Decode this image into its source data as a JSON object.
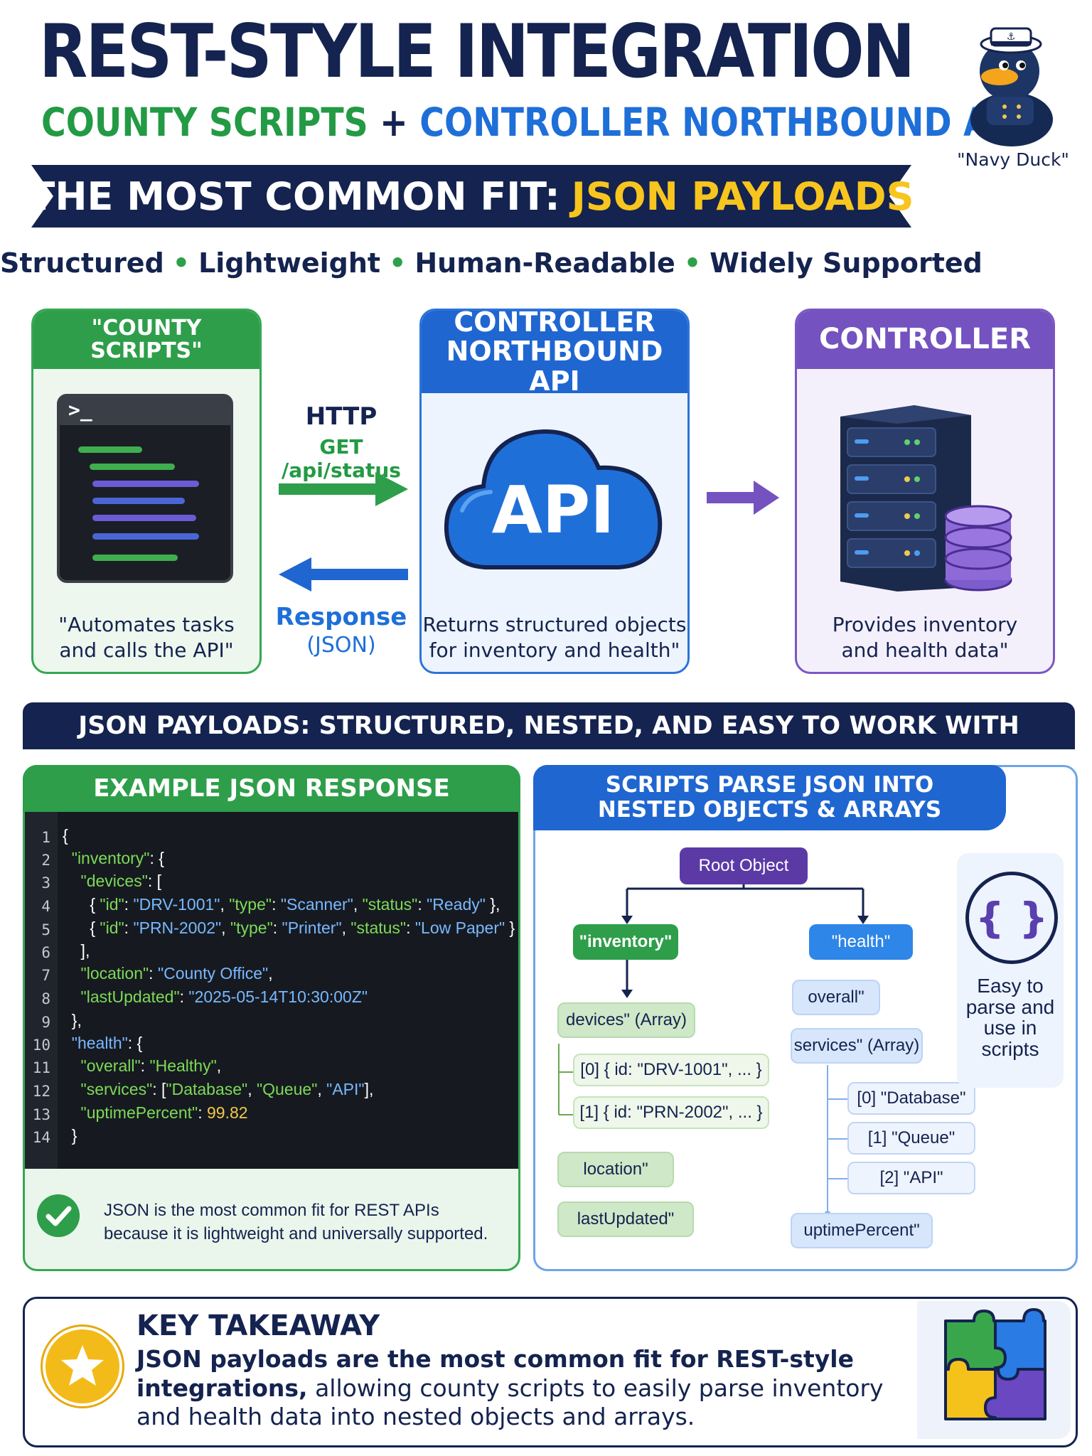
{
  "header": {
    "title": "REST-STYLE INTEGRATION",
    "subtitle_left": "COUNTY SCRIPTS",
    "subtitle_plus": "+",
    "subtitle_right": "CONTROLLER NORTHBOUND API",
    "banner_prefix": "THE MOST COMMON FIT:",
    "banner_highlight": "JSON PAYLOADS",
    "tagline": [
      "Structured",
      "Lightweight",
      "Human-Readable",
      "Widely Supported"
    ],
    "mascot_label": "\"Navy Duck\""
  },
  "flow": {
    "scripts": {
      "title_line1": "\"COUNTY",
      "title_line2": "SCRIPTS\"",
      "terminal_prompt": ">_",
      "caption_line1": "\"Automates tasks",
      "caption_line2": "and calls the API\""
    },
    "request": {
      "label": "HTTP",
      "method": "GET /api/status"
    },
    "response": {
      "label": "Response",
      "format": "(JSON)"
    },
    "api": {
      "title_line1": "CONTROLLER",
      "title_line2": "NORTHBOUND API",
      "cloud_text": "API",
      "caption_line1": "Returns structured objects",
      "caption_line2": "for inventory and health\""
    },
    "controller": {
      "title": "CONTROLLER",
      "caption_line1": "Provides inventory",
      "caption_line2": "and health data\""
    }
  },
  "json_section": {
    "bar_title": "JSON PAYLOADS: STRUCTURED, NESTED, AND EASY TO WORK WITH",
    "example": {
      "title": "EXAMPLE JSON RESPONSE",
      "line_numbers": [
        "1",
        "2",
        "3",
        "4",
        "5",
        "6",
        "7",
        "8",
        "9",
        "10",
        "11",
        "12",
        "13",
        "14"
      ],
      "note_line1": "JSON is the most common fit for REST APIs",
      "note_line2": "because it is lightweight and universally supported."
    },
    "tree": {
      "title_line1": "SCRIPTS PARSE JSON INTO",
      "title_line2": "NESTED OBJECTS & ARRAYS",
      "root": "Root Object",
      "inventory": "\"inventory\"",
      "health": "\"health\"",
      "devices": "devices\" (Array)",
      "device0": "[0] { id: \"DRV-1001\", ... }",
      "device1": "[1] { id: \"PRN-2002\", ... }",
      "location": "location\"",
      "lastUpdated": "lastUpdated\"",
      "overall": "overall\"",
      "services": "services\" (Array)",
      "service0": "[0] \"Database\"",
      "service1": "[1] \"Queue\"",
      "service2": "[2] \"API\"",
      "uptimePercent": "uptimePercent\"",
      "brace_symbol": "{ }",
      "easy_text": "Easy to parse and use in scripts"
    }
  },
  "takeaway": {
    "title": "KEY TAKEAWAY",
    "lead": "JSON payloads are the most common fit for REST-style integrations,",
    "rest": "allowing county scripts to easily parse inventory and health data into nested objects and arrays."
  },
  "colors": {
    "navy": "#14234f",
    "green": "#2e9e4a",
    "blue": "#1f66d1",
    "purple": "#7452bf",
    "gold": "#f7c51e"
  }
}
